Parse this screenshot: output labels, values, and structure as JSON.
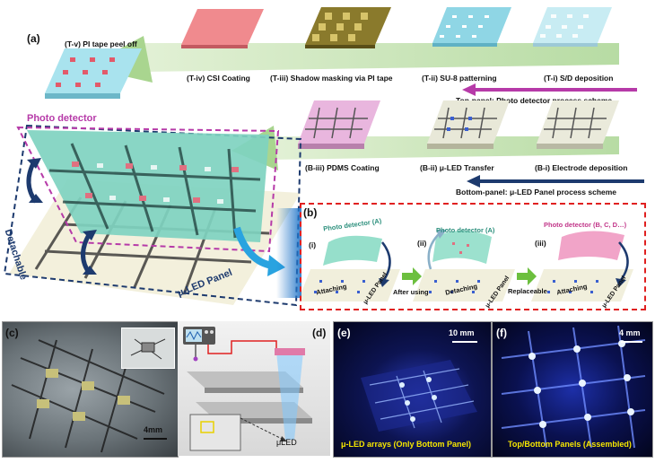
{
  "panel_a": {
    "letter": "(a)",
    "top_steps": {
      "t5": "(T-v) PI tape peel off",
      "t4": "(T-iv) CSI Coating",
      "t3": "(T-iii) Shadow masking via PI tape",
      "t2": "(T-ii) SU-8 patterning",
      "t1": "(T-i) S/D deposition"
    },
    "top_scheme": "Top-panel: Photo detector process scheme",
    "bottom_steps": {
      "b3": "(B-iii) PDMS Coating",
      "b2": "(B-ii) μ-LED Transfer",
      "b1": "(B-i) Electrode deposition"
    },
    "bottom_scheme": "Bottom-panel: μ-LED Panel process scheme",
    "photo_detector": "Photo detector",
    "detachable": "Detachable",
    "led_panel": "μ-LED Panel",
    "colors": {
      "magenta": "#b63aa8",
      "navy": "#1d3a6e",
      "mint": "#7fd3c0"
    }
  },
  "panel_b": {
    "letter": "(b)",
    "i": "(i)",
    "ii": "(ii)",
    "iii": "(iii)",
    "pd_a1": "Photo detector (A)",
    "pd_a2": "Photo detector (A)",
    "pd_bcd": "Photo detector (B, C, D…)",
    "attaching1": "Attaching",
    "led_panel1": "μ-LED Panel",
    "after_using": "After using",
    "detaching": "Detaching",
    "led_panel2": "μ-LED Panel",
    "replaceable": "Replaceable",
    "attaching2": "Attaching",
    "led_panel3": "μ-LED Panel",
    "border_color": "#e02020"
  },
  "panel_c": {
    "letter": "(c)",
    "scale": "4mm"
  },
  "panel_d": {
    "letter": "(d)",
    "uled": "μLED"
  },
  "panel_e": {
    "letter": "(e)",
    "scale": "10 mm",
    "caption": "μ-LED arrays (Only Bottom Panel)"
  },
  "panel_f": {
    "letter": "(f)",
    "scale": "4 mm",
    "caption": "Top/Bottom Panels (Assembled)"
  }
}
